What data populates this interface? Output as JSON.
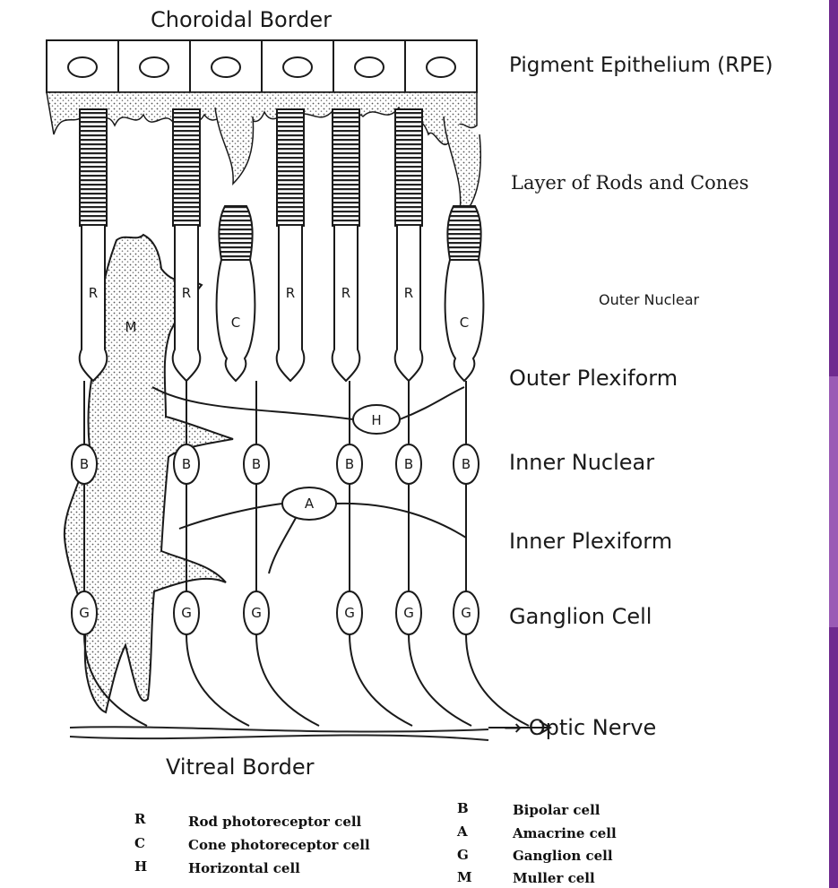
{
  "borders": {
    "top": "Choroidal Border",
    "bottom": "Vitreal Border"
  },
  "layers": [
    {
      "id": "pigment",
      "label": "Pigment Epithelium (RPE)"
    },
    {
      "id": "rods-cones",
      "label": "Layer of Rods and Cones"
    },
    {
      "id": "outer-nuclear",
      "label": "Outer Nuclear"
    },
    {
      "id": "outer-plexiform",
      "label": "Outer Plexiform"
    },
    {
      "id": "inner-nuclear",
      "label": "Inner Nuclear"
    },
    {
      "id": "inner-plexiform",
      "label": "Inner Plexiform"
    },
    {
      "id": "ganglion",
      "label": "Ganglion Cell"
    },
    {
      "id": "optic-nerve",
      "label": "→ Optic Nerve"
    }
  ],
  "cell_letters": {
    "rod": "R",
    "cone": "C",
    "muller": "M",
    "bipolar": "B",
    "ganglion": "G",
    "horizontal": "H",
    "amacrine": "A"
  },
  "legend": {
    "left": [
      {
        "key": "R",
        "value": "Rod photoreceptor cell"
      },
      {
        "key": "C",
        "value": "Cone photoreceptor cell"
      },
      {
        "key": "H",
        "value": "Horizontal cell"
      }
    ],
    "right": [
      {
        "key": "B",
        "value": "Bipolar cell"
      },
      {
        "key": "A",
        "value": "Amacrine cell"
      },
      {
        "key": "G",
        "value": "Ganglion cell"
      },
      {
        "key": "M",
        "value": "Muller cell"
      }
    ]
  },
  "colors": {
    "ink": "#1a1a1a",
    "stipple": "#bdbdbd",
    "accent_band": "#6f2a8f"
  }
}
